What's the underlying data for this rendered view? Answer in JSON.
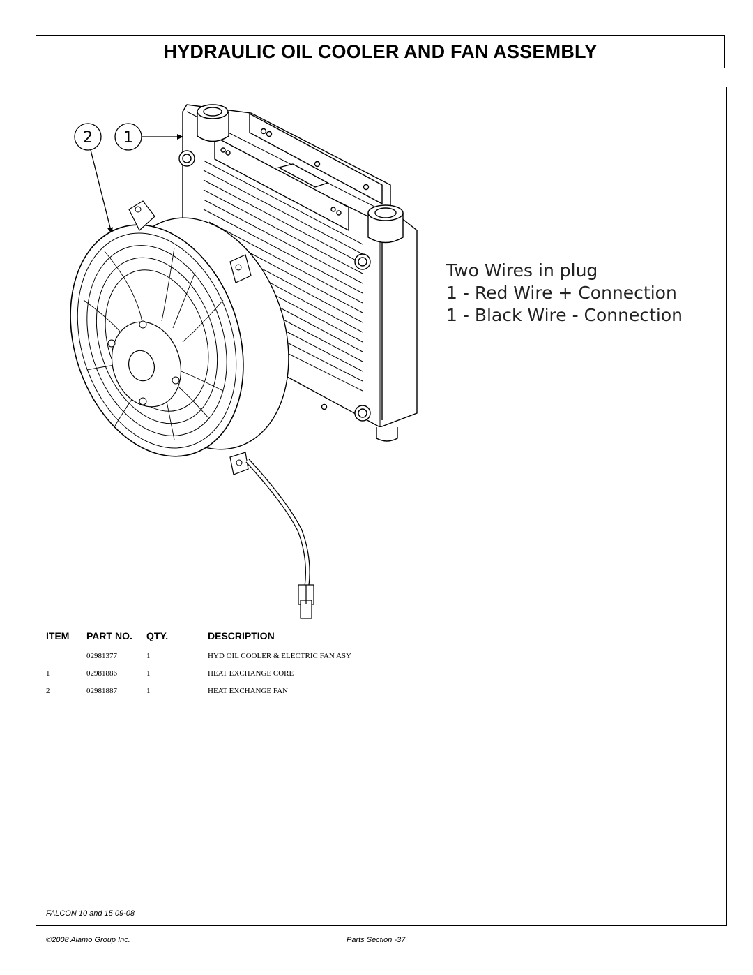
{
  "header": {
    "title": "HYDRAULIC OIL COOLER AND FAN ASSEMBLY"
  },
  "diagram": {
    "callouts": [
      {
        "number": "2",
        "icon": "callout-circle"
      },
      {
        "number": "1",
        "icon": "callout-circle"
      }
    ],
    "note": {
      "line1": "Two Wires in plug",
      "line2": "1 - Red Wire + Connection",
      "line3": "1 - Black Wire - Connection"
    }
  },
  "parts_table": {
    "headers": {
      "item": "ITEM",
      "part_no": "PART NO.",
      "qty": "QTY.",
      "description": "DESCRIPTION"
    },
    "rows": [
      {
        "item": "",
        "part_no": "02981377",
        "qty": "1",
        "description": "HYD OIL COOLER & ELECTRIC FAN ASY"
      },
      {
        "item": "1",
        "part_no": "02981886",
        "qty": "1",
        "description": "HEAT EXCHANGE CORE"
      },
      {
        "item": "2",
        "part_no": "02981887",
        "qty": "1",
        "description": "HEAT EXCHANGE FAN"
      }
    ]
  },
  "footer": {
    "model": "FALCON 10 and 15 09-08",
    "copyright": "©2008 Alamo Group Inc.",
    "page": "Parts Section -37"
  }
}
